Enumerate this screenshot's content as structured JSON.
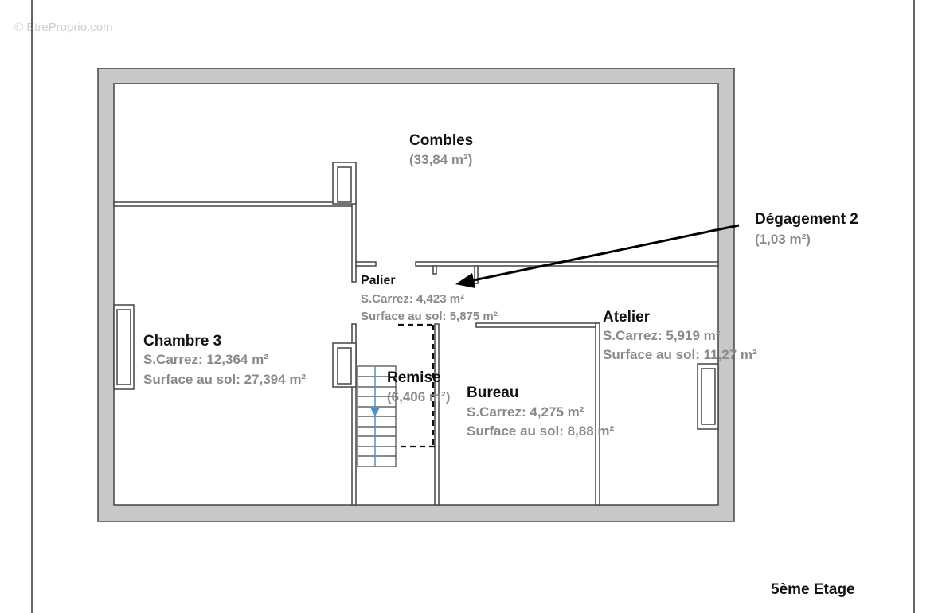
{
  "watermark": "© EtreProprio.com",
  "floor_label": "5ème Etage",
  "colors": {
    "wall": "#c8c8c8",
    "outline": "#444444",
    "text": "#111111",
    "value": "#8a8a8a",
    "stair_arrow": "#4a8fd6",
    "annotation_arrow": "#000000"
  },
  "rooms": {
    "combles": {
      "name": "Combles",
      "area": "(33,84 m²)"
    },
    "degagement": {
      "name": "Dégagement 2",
      "area": "(1,03 m²)"
    },
    "palier": {
      "name": "Palier",
      "carrez": "S.Carrez: 4,423 m²",
      "sol": "Surface au sol: 5,875 m²"
    },
    "atelier": {
      "name": "Atelier",
      "carrez": "S.Carrez: 5,919 m²",
      "sol": "Surface au sol: 11,27 m²"
    },
    "chambre": {
      "name": "Chambre 3",
      "carrez": "S.Carrez: 12,364 m²",
      "sol": "Surface au sol: 27,394 m²"
    },
    "remise": {
      "name": "Remise",
      "area": "(6,406 m²)"
    },
    "bureau": {
      "name": "Bureau",
      "carrez": "S.Carrez: 4,275 m²",
      "sol": "Surface au sol: 8,88 m²"
    }
  }
}
